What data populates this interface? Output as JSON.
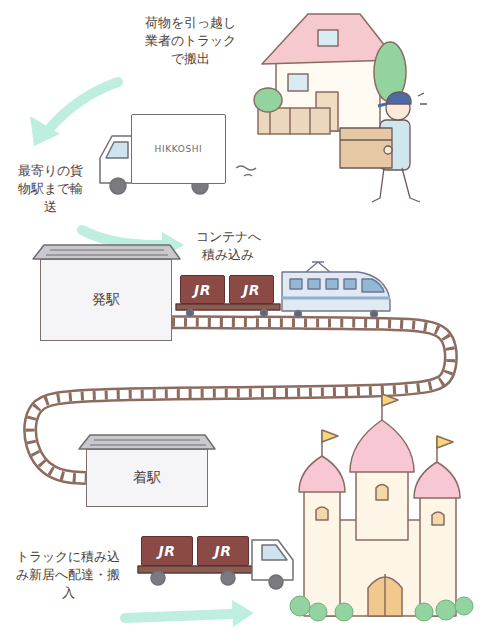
{
  "diagram": {
    "nodes": [
      {
        "text": [
          "HIKKOSHI"
        ]
      },
      {
        "text": [
          "発駅"
        ]
      },
      {
        "text": [
          "JR"
        ]
      },
      {
        "text": [
          "JR"
        ]
      },
      {
        "text": [
          "着駅"
        ]
      },
      {
        "text": [
          "JR"
        ]
      },
      {
        "text": [
          "JR"
        ]
      }
    ],
    "edges": [
      {
        "from": 1,
        "to": 4,
        "arrow": "none"
      }
    ],
    "labels": [
      "荷物を引っ越し業者のトラックで搬出",
      "最寄りの貨物駅まで輸送",
      "コンテナへ積み込み",
      "トラックに積み込み新居へ配達・搬入"
    ]
  }
}
